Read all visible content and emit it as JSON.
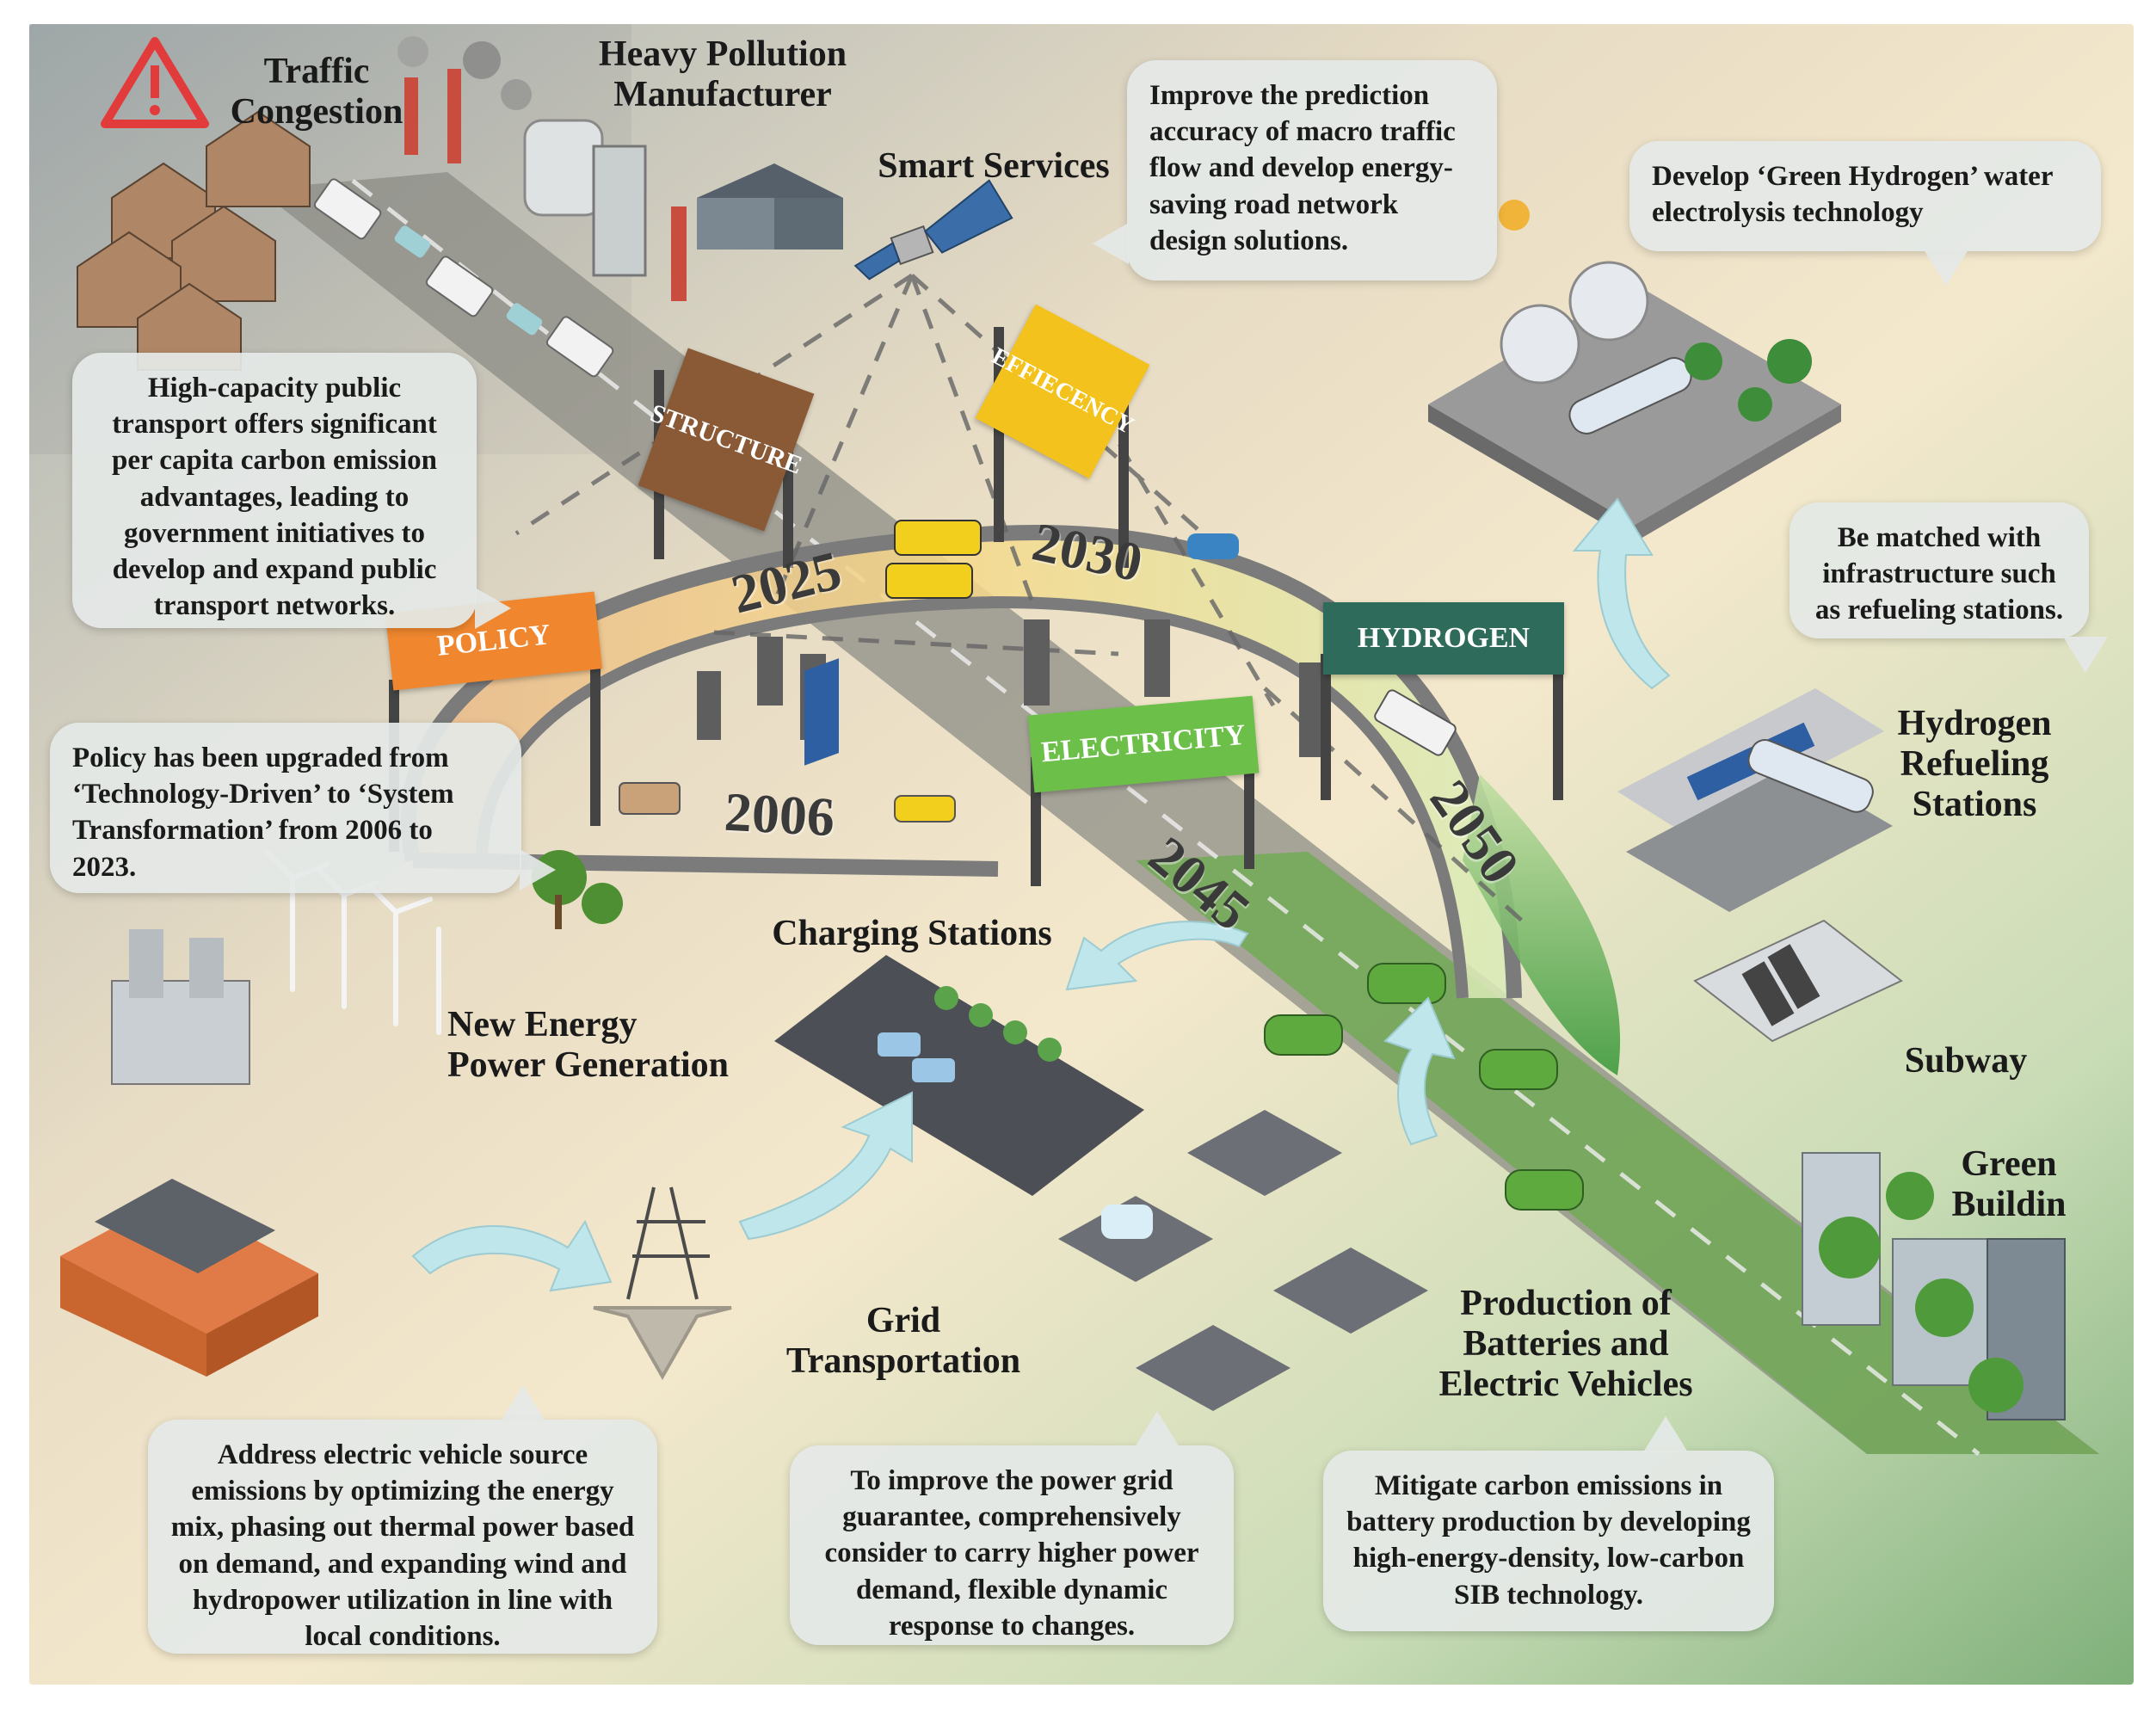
{
  "labels": {
    "traffic_congestion": "Traffic\nCongestion",
    "heavy_pollution": "Heavy Pollution\nManufacturer",
    "smart_services": "Smart Services",
    "charging_stations": "Charging Stations",
    "new_energy": "New Energy\nPower Generation",
    "grid_transportation": "Grid\nTransportation",
    "production": "Production of\nBatteries and\nElectric Vehicles",
    "hydrogen_refueling": "Hydrogen\nRefueling\nStations",
    "subway": "Subway",
    "green_buildings": "Green\nBuildin"
  },
  "bubbles": {
    "public_transport": "High-capacity public transport offers significant per capita carbon emission advantages, leading to government initiatives to develop and expand public transport networks.",
    "policy_upgrade": "Policy has been upgraded from ‘Technology-Driven’ to ‘System Transformation’ from 2006 to 2023.",
    "prediction": "Improve the prediction accuracy of macro traffic flow and develop energy-saving road network design solutions.",
    "green_hydrogen": "Develop ‘Green Hydrogen’ water electrolysis technology",
    "infrastructure": "Be matched with infrastructure such as refueling stations.",
    "ev_source": "Address electric vehicle source emissions by optimizing the energy mix, phasing out thermal power based on demand, and expanding wind and hydropower utilization in line with local conditions.",
    "power_grid": "To improve the power grid guarantee, comprehensively consider to carry higher power demand, flexible dynamic response to changes.",
    "battery": "Mitigate carbon emissions in battery production by developing high-energy-density, low-carbon SIB technology."
  },
  "signs": {
    "policy": "POLICY",
    "structure": "STRUCTURE",
    "efficiency": "EFFIECENCY",
    "hydrogen": "HYDROGEN",
    "electricity": "ELECTRICITY"
  },
  "years": {
    "y2006": "2006",
    "y2025": "2025",
    "y2030": "2030",
    "y2045": "2045",
    "y2050": "2050"
  },
  "colors": {
    "policy": "#f0872f",
    "structure": "#8a5a36",
    "efficiency": "#f3c21c",
    "hydrogen": "#2f6b5a",
    "electricity": "#6cc04a",
    "warning": "#e23b3b",
    "road": "#7b7b7b"
  },
  "icons": {
    "warning": "warning-triangle-icon",
    "satellite": "satellite-icon"
  }
}
